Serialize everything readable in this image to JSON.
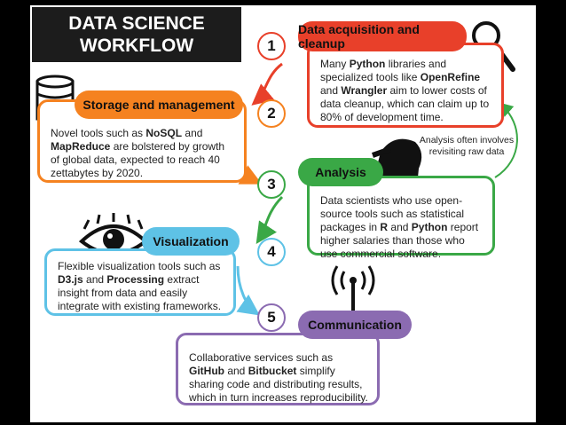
{
  "title": {
    "line1": "DATA SCIENCE",
    "line2": "WORKFLOW"
  },
  "colors": {
    "red": "#e8402a",
    "orange": "#f58220",
    "green": "#3aa846",
    "blue": "#5ec2e6",
    "purple": "#8b6bb1"
  },
  "steps": [
    {
      "number": "1",
      "label": "Data acquisition and cleanup",
      "icon": "magnifying-glass-icon",
      "text": [
        {
          "t": "Many ",
          "b": false
        },
        {
          "t": "Python",
          "b": true
        },
        {
          "t": " libraries and specialized tools like ",
          "b": false
        },
        {
          "t": "OpenRefine",
          "b": true
        },
        {
          "t": " and ",
          "b": false
        },
        {
          "t": "Wrangler",
          "b": true
        },
        {
          "t": " aim to lower costs of data cleanup, which can claim up to 80% of development time.",
          "b": false
        }
      ]
    },
    {
      "number": "2",
      "label": "Storage and management",
      "icon": "database-icon",
      "text": [
        {
          "t": "Novel tools such as ",
          "b": false
        },
        {
          "t": "NoSQL",
          "b": true
        },
        {
          "t": " and ",
          "b": false
        },
        {
          "t": "MapReduce",
          "b": true
        },
        {
          "t": " are bolstered by growth of global data, expected to reach 40 zettabytes by 2020.",
          "b": false
        }
      ]
    },
    {
      "number": "3",
      "label": "Analysis",
      "icon": "detective-icon",
      "text": [
        {
          "t": "Data scientists who use open-source tools such as statistical packages in ",
          "b": false
        },
        {
          "t": "R",
          "b": true
        },
        {
          "t": " and ",
          "b": false
        },
        {
          "t": "Python",
          "b": true
        },
        {
          "t": " report higher salaries than those who use commercial software.",
          "b": false
        }
      ]
    },
    {
      "number": "4",
      "label": "Visualization",
      "icon": "eye-icon",
      "text": [
        {
          "t": "Flexible visualization tools such as ",
          "b": false
        },
        {
          "t": "D3.js",
          "b": true
        },
        {
          "t": " and ",
          "b": false
        },
        {
          "t": "Processing",
          "b": true
        },
        {
          "t": " extract insight from data and easily integrate with existing frameworks.",
          "b": false
        }
      ]
    },
    {
      "number": "5",
      "label": "Communication",
      "icon": "antenna-icon",
      "text": [
        {
          "t": "Collaborative services such as ",
          "b": false
        },
        {
          "t": "GitHub",
          "b": true
        },
        {
          "t": " and ",
          "b": false
        },
        {
          "t": "Bitbucket",
          "b": true
        },
        {
          "t": " simplify sharing code and distributing results, which in turn increases reproducibility.",
          "b": false
        }
      ]
    }
  ],
  "loop_note": "Analysis often involves revisiting raw data"
}
